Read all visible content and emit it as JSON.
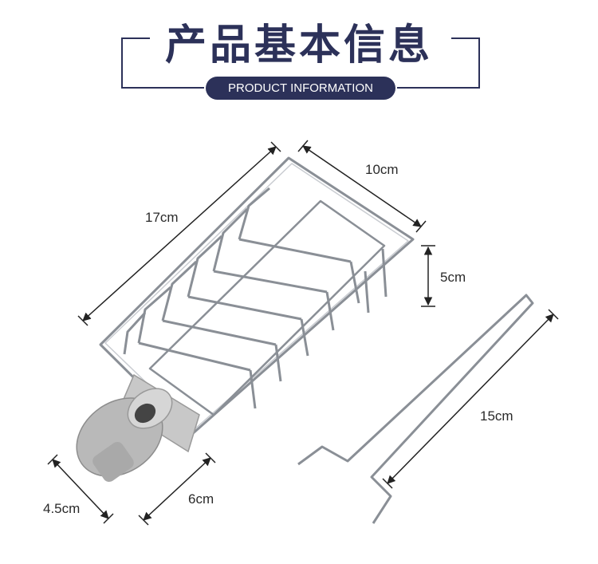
{
  "header": {
    "title": "产品基本信息",
    "subtitle": "PRODUCT INFORMATION"
  },
  "dimensions": {
    "length": "17cm",
    "width": "10cm",
    "height": "5cm",
    "hook_length": "15cm",
    "clamp_width": "6cm",
    "clamp_diameter": "4.5cm"
  },
  "colors": {
    "brand": "#2c3159",
    "wire": "#8a8f96",
    "clamp": "#b5b5b5"
  }
}
